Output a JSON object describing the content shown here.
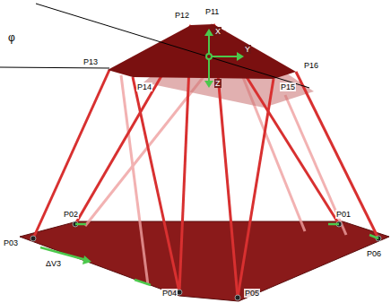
{
  "diagram": {
    "labels": [
      "φ",
      "P12",
      "P11",
      "X",
      "Y",
      "Z",
      "P13",
      "P14",
      "P16",
      "P15",
      "P02",
      "P01",
      "P03",
      "ΔV3",
      "P06",
      "P04",
      "P05"
    ]
  }
}
